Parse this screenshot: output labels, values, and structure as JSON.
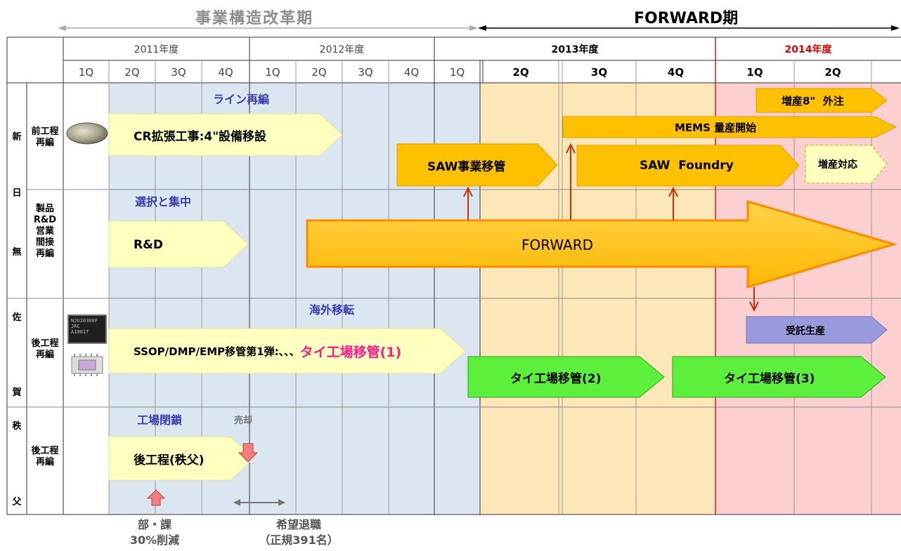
{
  "periods": {
    "reform": "事業構造改革期",
    "forward": "FORWARD期"
  },
  "years": {
    "y2011": "2011年度",
    "y2012": "2012年度",
    "y2013": "2013年度",
    "y2014": "2014年度"
  },
  "quarters": [
    "1Q",
    "2Q",
    "3Q",
    "4Q",
    "1Q",
    "2Q",
    "3Q",
    "4Q",
    "1Q",
    "2Q",
    "3Q",
    "4Q",
    "1Q",
    "2Q"
  ],
  "groups": {
    "shinnichimu": [
      "新",
      "日",
      "無"
    ],
    "saga": [
      "佐",
      "賀"
    ],
    "chichibu": [
      "秩",
      "父"
    ]
  },
  "rows": {
    "front": "前工程\n再編",
    "product": "製品\nR&D\n営業\n間接\n再編",
    "back_saga": "後工程\n再編",
    "back_chichibu": "後工程\n再編"
  },
  "sections": {
    "line": "ライン再編",
    "select": "選択と集中",
    "overseas": "海外移転",
    "close": "工場閉鎖",
    "sale": "売却"
  },
  "arrows": {
    "cr": "CR拡張工事:4\"設備移設",
    "saw_move": "SAW事業移管",
    "mems": "MEMS 量産開始",
    "saw_foundry": "SAW  Foundry",
    "zosan8": "増産8\"  外注",
    "zosan_taio": "増産対応",
    "rd": "R&D",
    "forward": "FORWARD",
    "ssop": "SSOP/DMP/EMP移管第1弾:、、、",
    "tai1": "タイ工場移管(1)",
    "jutaku": "受託生産",
    "tai2": "タイ工場移管(2)",
    "tai3": "タイ工場移管(3)",
    "chichibu_back": "後工程(秩父)"
  },
  "chip": "NJU20300F\nJRC\nA1001T",
  "footnotes": {
    "bu1": "部・課",
    "bu2": "30%削減",
    "kibo1": "希望退職",
    "kibo2": "（正規391名）"
  },
  "colors": {
    "blue_bg": "#dce6f1",
    "orange_bg": "#fde6b8",
    "pink_bg": "#fcd0d0",
    "yellow_arrow": "#ffffc0",
    "orange_arrow": "#ffc000",
    "green_arrow": "#5cf03c",
    "purple_arrow": "#9999dd",
    "red_2014": "#ff0000",
    "section_blue": "#3b3bb0"
  }
}
